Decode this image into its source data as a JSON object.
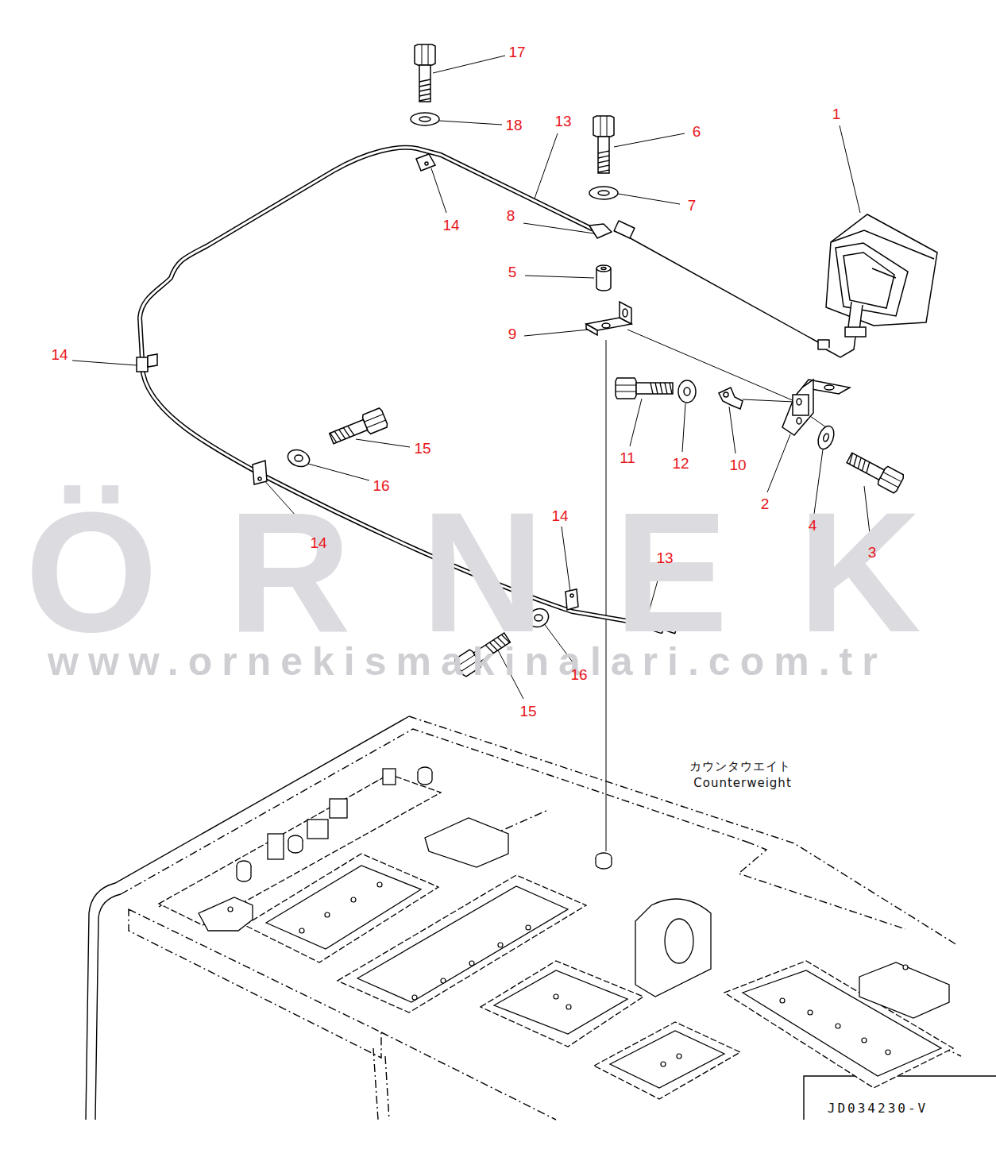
{
  "diagram": {
    "labels": [
      "17",
      "18",
      "13",
      "6",
      "1",
      "14",
      "8",
      "7",
      "5",
      "9",
      "14",
      "15",
      "11",
      "12",
      "10",
      "16",
      "2",
      "14",
      "4",
      "3",
      "14",
      "13",
      "16",
      "15",
      "カウンタウエイト",
      "Counterweight",
      "JD034230-V",
      "ÖRNEK",
      "www.ornekismakinalari.com.tr"
    ]
  }
}
